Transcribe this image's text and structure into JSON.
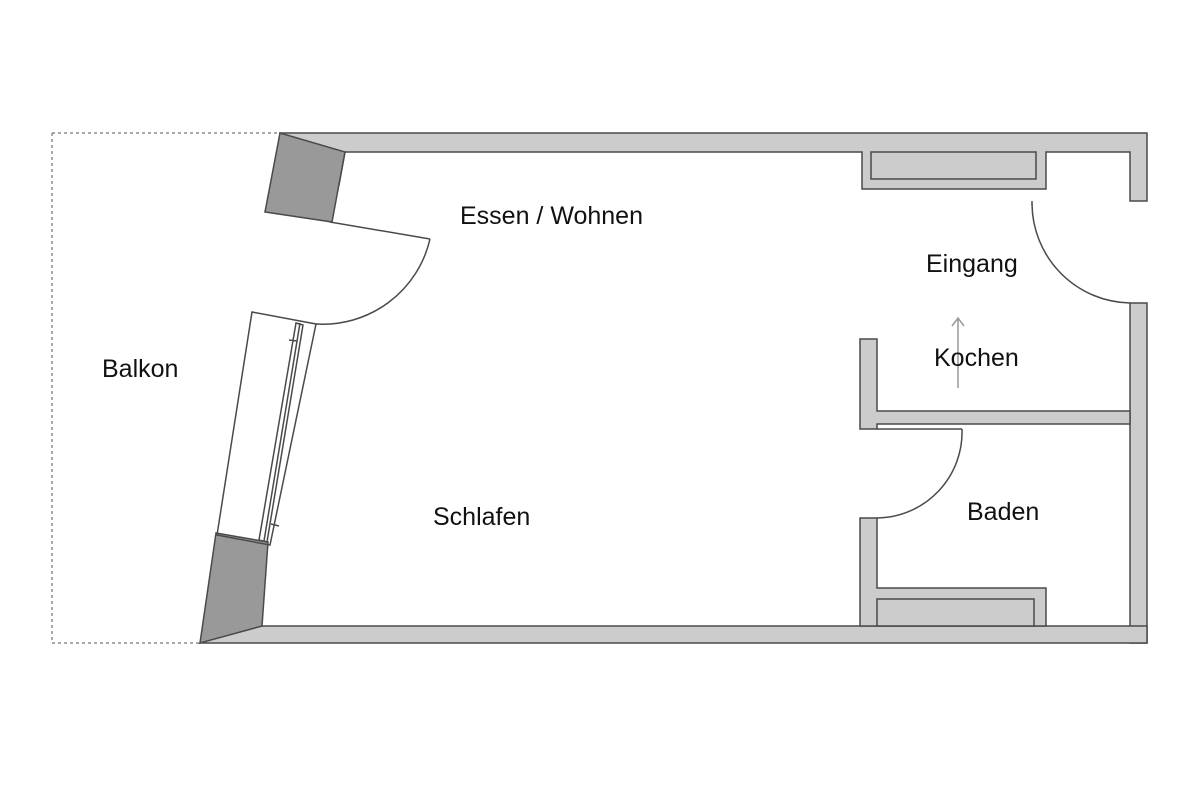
{
  "rooms": {
    "essen_wohnen": "Essen / Wohnen",
    "balkon": "Balkon",
    "eingang": "Eingang",
    "kochen": "Kochen",
    "schlafen": "Schlafen",
    "baden": "Baden"
  },
  "colors": {
    "wall_fill": "#cccccc",
    "pillar_fill": "#999999",
    "line": "#4a4a4a"
  }
}
